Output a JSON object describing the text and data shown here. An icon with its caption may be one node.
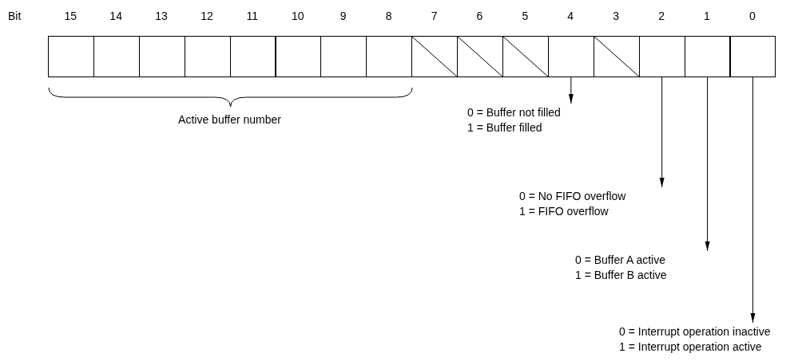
{
  "diagram": {
    "nodes": [
      {
        "text": [],
        "shape": "box"
      },
      {
        "text": [],
        "shape": "box"
      },
      {
        "text": [],
        "shape": "box"
      },
      {
        "text": [],
        "shape": "box"
      },
      {
        "text": [],
        "shape": "box"
      },
      {
        "text": [],
        "shape": "box"
      },
      {
        "text": [],
        "shape": "box"
      },
      {
        "text": [],
        "shape": "box"
      },
      {
        "text": [],
        "shape": "crossed"
      },
      {
        "text": [],
        "shape": "crossed"
      },
      {
        "text": [],
        "shape": "crossed"
      },
      {
        "text": [],
        "shape": "box"
      },
      {
        "text": [],
        "shape": "crossed"
      },
      {
        "text": [],
        "shape": "box"
      },
      {
        "text": [],
        "shape": "box"
      },
      {
        "text": [],
        "shape": "box"
      },
      {
        "text": [
          "0 = Buffer not filled",
          "1 = Buffer filled"
        ]
      },
      {
        "text": [
          "0 = No FIFO overflow",
          "1 = FIFO overflow"
        ]
      },
      {
        "text": [
          "0 = Buffer A active",
          "1 = Buffer B active"
        ]
      },
      {
        "text": [
          "0 = Interrupt operation inactive",
          "1 = Interrupt operation active"
        ]
      }
    ],
    "edges": [
      {
        "from": 11,
        "to": 16,
        "arrow": "to"
      },
      {
        "from": 13,
        "to": 17,
        "arrow": "to"
      },
      {
        "from": 14,
        "to": 18,
        "arrow": "to"
      },
      {
        "from": 15,
        "to": 19,
        "arrow": "to"
      }
    ],
    "labels": [
      "Bit",
      "15",
      "14",
      "13",
      "12",
      "11",
      "10",
      "9",
      "8",
      "7",
      "6",
      "5",
      "4",
      "3",
      "2",
      "1",
      "0",
      "Active buffer number"
    ]
  }
}
